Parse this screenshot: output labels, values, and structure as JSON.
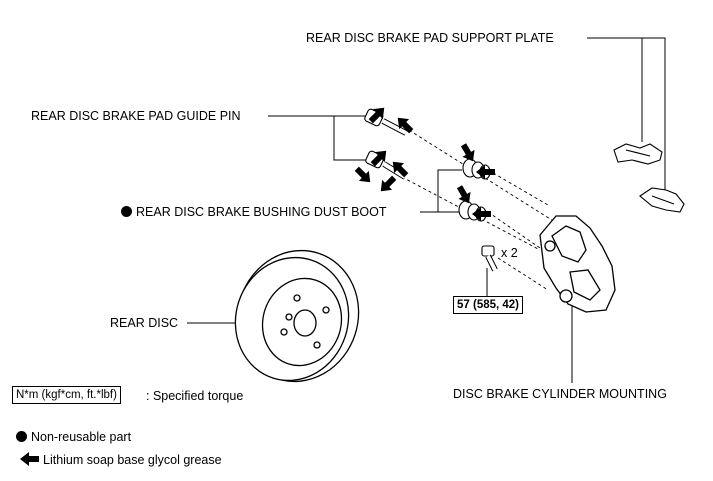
{
  "labels": {
    "support_plate": "REAR DISC BRAKE PAD SUPPORT PLATE",
    "guide_pin": "REAR DISC BRAKE PAD GUIDE PIN",
    "dust_boot": "REAR DISC BRAKE BUSHING DUST BOOT",
    "rear_disc": "REAR DISC",
    "mounting": "DISC BRAKE CYLINDER MOUNTING",
    "bolt_qty": "x 2"
  },
  "torque": {
    "value": "57 (585, 42)",
    "key_box": "N*m (kgf*cm, ft.*lbf)",
    "key_text": ": Specified torque"
  },
  "legend": {
    "non_reusable": "Non-reusable part",
    "grease": "Lithium soap base glycol grease"
  },
  "icons": {
    "non_reusable": "filled-circle-icon",
    "grease": "grease-arrow-icon"
  }
}
